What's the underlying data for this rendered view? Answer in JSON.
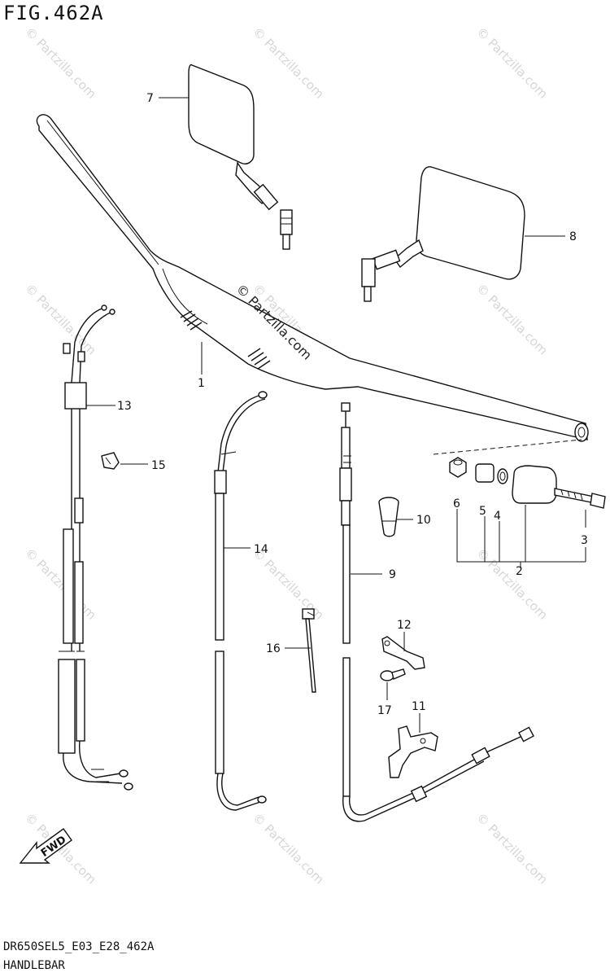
{
  "figure": {
    "title": "FIG.462A",
    "model_code": "DR650SEL5_E03_E28_462A",
    "section_name": "HANDLEBAR",
    "fwd_label": "FWD",
    "center_watermark": "© Partzilla.com",
    "watermarks": [
      "© Partzilla.com",
      "© Partzilla.com",
      "© Partzilla.com",
      "© Partzilla.com",
      "© Partzilla.com",
      "© Partzilla.com",
      "© Partzilla.com",
      "© Partzilla.com",
      "© Partzilla.com",
      "© Partzilla.com",
      "© Partzilla.com",
      "© Partzilla.com"
    ]
  },
  "callouts": {
    "handlebar": "1",
    "balancer_assy": "2",
    "bolt": "3",
    "washer": "4",
    "spacer": "5",
    "nut": "6",
    "mirror_left": "7",
    "mirror_right": "8",
    "clutch_cable": "9",
    "throttle_grip": "10",
    "clamp_11": "11",
    "clamp_12": "12",
    "throttle_cable": "13",
    "choke_cable": "14",
    "clip": "15",
    "band": "16",
    "screw": "17"
  }
}
